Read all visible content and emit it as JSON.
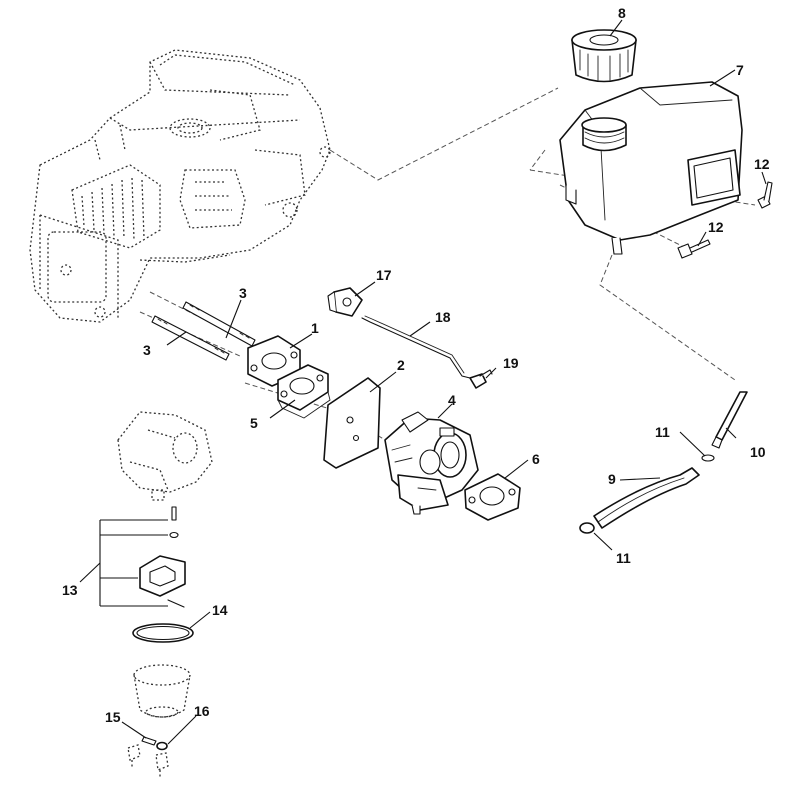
{
  "callouts": {
    "c1": "1",
    "c2": "2",
    "c3a": "3",
    "c3b": "3",
    "c4": "4",
    "c5": "5",
    "c6": "6",
    "c7": "7",
    "c8": "8",
    "c9": "9",
    "c10": "10",
    "c11a": "11",
    "c11b": "11",
    "c12a": "12",
    "c12b": "12",
    "c13": "13",
    "c14": "14",
    "c15": "15",
    "c16": "16",
    "c17": "17",
    "c18": "18",
    "c19": "19"
  }
}
